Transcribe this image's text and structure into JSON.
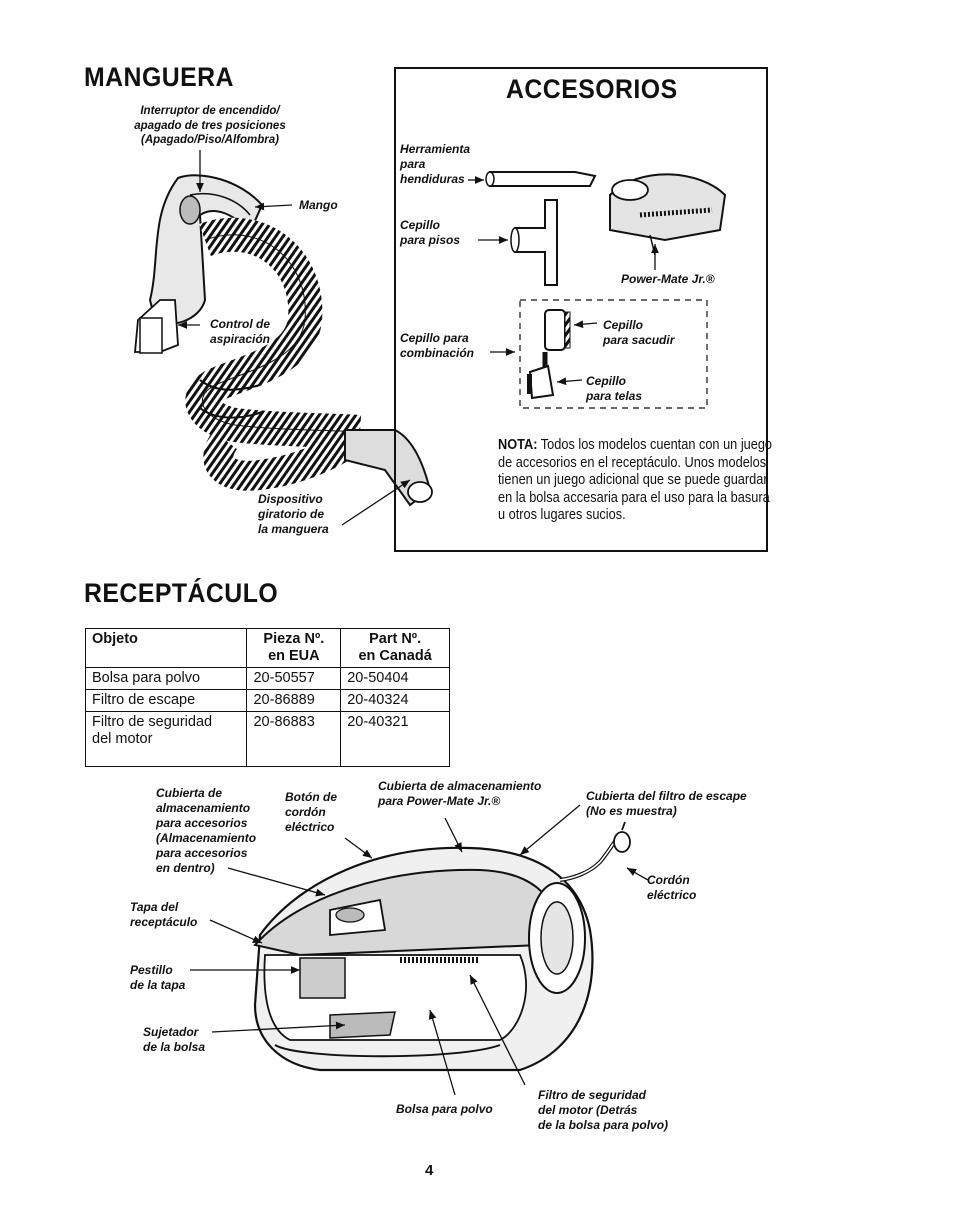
{
  "manguera": {
    "title": "MANGUERA",
    "switch_label": "Interruptor de encendido/\napagado de tres posiciones\n(Apagado/Piso/Alfombra)",
    "mango_label": "Mango",
    "control_label": "Control de\naspiración",
    "swivel_label": "Dispositivo\ngiratorio de\nla manguera"
  },
  "accesorios": {
    "title": "ACCESORIOS",
    "crevice_label": "Herramienta\npara\nhendiduras",
    "floor_brush_label": "Cepillo\npara pisos",
    "powermate_label": "Power-Mate Jr.®",
    "combo_label": "Cepillo para\ncombinación",
    "dusting_label": "Cepillo\npara sacudir",
    "upholstery_label": "Cepillo\npara telas",
    "note_bold": "NOTA:",
    "note_text": " Todos los modelos cuentan con un juego de accesorios en el receptáculo. Unos modelos tienen un juego adicional que se puede guardar en la bolsa accesaria para el uso para la basura u otros lugares sucios."
  },
  "receptaculo": {
    "title": "RECEPTÁCULO",
    "table": {
      "headers": [
        "Objeto",
        "Pieza Nº.\nen EUA",
        "Part Nº.\nen Canadá"
      ],
      "rows": [
        [
          "Bolsa para polvo",
          "20-50557",
          "20-50404"
        ],
        [
          "Filtro de escape",
          "20-86889",
          "20-40324"
        ],
        [
          "Filtro de seguridad\ndel motor",
          "20-86883",
          "20-40321"
        ]
      ]
    }
  },
  "canister_labels": {
    "accessory_cover": "Cubierta de\nalmacenamiento\npara accesorios\n(Almacenamiento\npara accesorios\nen dentro)",
    "cord_button": "Botón de\ncordón\neléctrico",
    "powermate_cover": "Cubierta de almacenamiento\npara Power-Mate Jr.®",
    "exhaust_cover": "Cubierta del filtro de escape\n(No es muestra)",
    "cord": "Cordón\neléctrico",
    "lid": "Tapa del\nreceptáculo",
    "latch": "Pestillo\nde la tapa",
    "bag_holder": "Sujetador\nde la bolsa",
    "dust_bag": "Bolsa para polvo",
    "motor_filter": "Filtro de seguridad\ndel motor (Detrás\nde la bolsa para polvo)"
  },
  "page_number": "4"
}
